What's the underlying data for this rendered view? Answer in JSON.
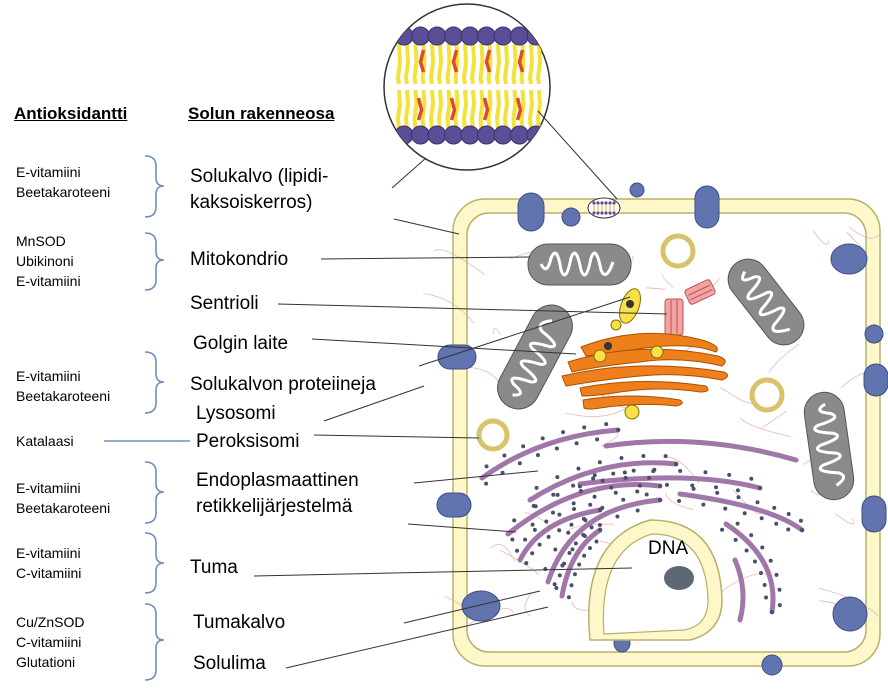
{
  "headers": {
    "antioxidant": "Antioksidantti",
    "structure": "Solun rakenneosa"
  },
  "antioxidant_groups": [
    {
      "lines": [
        "E-vitamiini",
        "Beetakaroteeni"
      ]
    },
    {
      "lines": [
        "MnSOD",
        "Ubikinoni",
        "E-vitamiini"
      ]
    },
    {
      "lines": [
        "E-vitamiini",
        "Beetakaroteeni"
      ]
    },
    {
      "lines": [
        "Katalaasi"
      ]
    },
    {
      "lines": [
        "E-vitamiini",
        "Beetakaroteeni"
      ]
    },
    {
      "lines": [
        "E-vitamiini",
        "C-vitamiini"
      ]
    },
    {
      "lines": [
        "Cu/ZnSOD",
        "C-vitamiini",
        "Glutationi"
      ]
    }
  ],
  "cell_parts": {
    "plasma_membrane": [
      "Solukalvo (lipidi-",
      "kaksoiskerros)"
    ],
    "mitochondrion": "Mitokondrio",
    "centriole": "Sentrioli",
    "golgi": "Golgin laite",
    "membrane_proteins": "Solukalvon proteiineja",
    "lysosome": "Lysosomi",
    "peroxisome": "Peroksisomi",
    "er": [
      "Endoplasmaattinen",
      "retikkelijärjestelmä"
    ],
    "nucleus": "Tuma",
    "nuclear_envelope": "Tumakalvo",
    "cytoplasm": "Solulima"
  },
  "dna_label": "DNA",
  "colors": {
    "membrane_fill": "#fdf7c9",
    "membrane_stroke": "#b8b068",
    "protein": "#6274b0",
    "mito_fill": "#8a8a8a",
    "golgi": "#ef7f1a",
    "er": "#a176a8",
    "lipid_head": "#5a4e96",
    "lipid_tail": "#f2e23a",
    "nucleolus": "#5d6875",
    "cytoskeleton": "#e8a5a5"
  }
}
